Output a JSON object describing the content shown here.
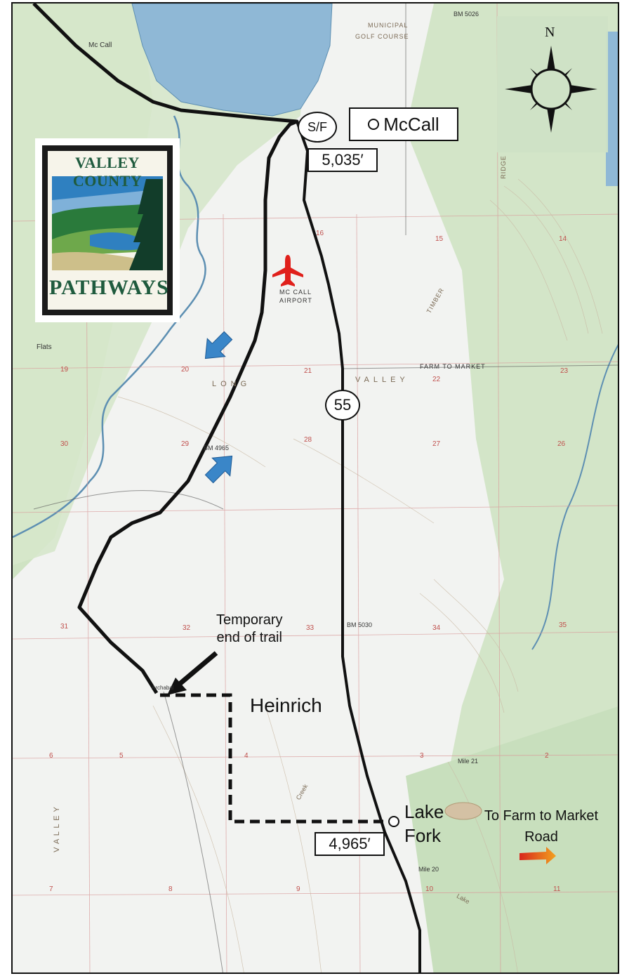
{
  "compass": {
    "label": "N"
  },
  "logo": {
    "line1": "VALLEY COUNTY",
    "line2": "PATHWAYS"
  },
  "route_badges": {
    "sf": "S/F",
    "hwy": "55"
  },
  "places": {
    "mccall": "McCall",
    "lake_fork_1": "Lake",
    "lake_fork_2": "Fork",
    "heinrich": "Heinrich"
  },
  "elevations": {
    "top": "5,035′",
    "bottom": "4,965′"
  },
  "annotations": {
    "temp_end_1": "Temporary",
    "temp_end_2": "end of trail",
    "ftm_1": "To Farm to Market",
    "ftm_2": "Road"
  },
  "basemap": {
    "mccall_small": "Mc Call",
    "municipal": "MUNICIPAL",
    "golf": "GOLF COURSE",
    "airport_1": "MC CALL",
    "airport_2": "AIRPORT",
    "long": "LONG",
    "valley_mid": "VALLEY",
    "farm_to_market": "FARM  TO  MARKET",
    "flats": "Flats",
    "timber": "TIMBER",
    "ridge": "RIDGE",
    "valley_lower": "V A L L E Y",
    "bm_5026": "BM 5026",
    "bm_4965": "BM 4965",
    "bm_5030": "BM 5030",
    "mile_20": "Mile 20",
    "mile_21": "Mile 21",
    "lake": "Lake",
    "creek": "Creek",
    "archabal": "Archabal"
  },
  "sections": [
    "15",
    "16",
    "19",
    "20",
    "21",
    "22",
    "23",
    "14",
    "28",
    "29",
    "30",
    "27",
    "26",
    "31",
    "32",
    "33",
    "34",
    "35",
    "5",
    "4",
    "3",
    "2",
    "6",
    "8",
    "9",
    "10",
    "11",
    "7"
  ],
  "colors": {
    "water": "#8fb8d6",
    "forest": "#cfe3c3",
    "trail": "#111111",
    "arrow": "#3a86c8",
    "plane": "#e0201b",
    "compass_bg": "#cfe2c6"
  }
}
